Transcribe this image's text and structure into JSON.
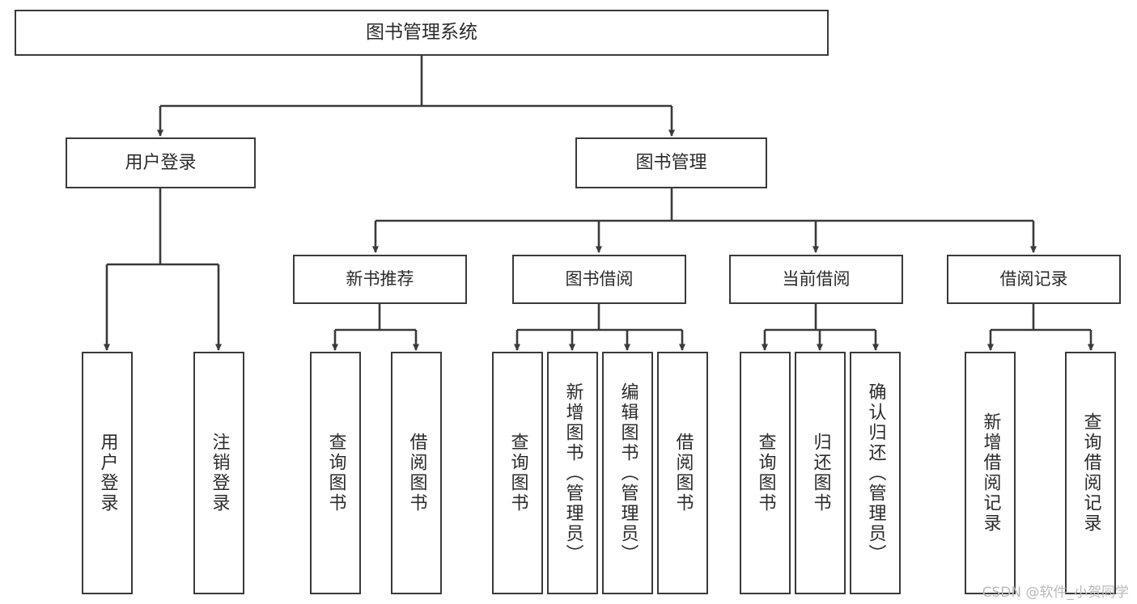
{
  "diagram": {
    "title": "图书管理系统",
    "type": "tree-hierarchy-chart",
    "watermark": "CSDN @软件_小贺同学",
    "colors": {
      "box_border": "#3a3a3a",
      "box_fill": "#ffffff",
      "edge": "#3a3a3a",
      "text": "#2b2b2b",
      "watermark": "#b9b9b9",
      "background": "#ffffff"
    },
    "root": {
      "label": "图书管理系统"
    },
    "level2": [
      {
        "label": "用户登录"
      },
      {
        "label": "图书管理"
      }
    ],
    "level3": [
      {
        "label": "新书推荐"
      },
      {
        "label": "图书借阅"
      },
      {
        "label": "当前借阅"
      },
      {
        "label": "借阅记录"
      }
    ],
    "leaves": {
      "user_login": [
        {
          "label": "用户登录"
        },
        {
          "label": "注销登录"
        }
      ],
      "new_book_recommend": [
        {
          "label": "查询图书"
        },
        {
          "label": "借阅图书"
        }
      ],
      "book_borrow": [
        {
          "label": "查询图书"
        },
        {
          "label": "新增图书（管理员）"
        },
        {
          "label": "编辑图书（管理员）"
        },
        {
          "label": "借阅图书"
        }
      ],
      "current_borrow": [
        {
          "label": "查询图书"
        },
        {
          "label": "归还图书"
        },
        {
          "label": "确认归还（管理员）"
        }
      ],
      "borrow_records": [
        {
          "label": "新增借阅记录"
        },
        {
          "label": "查询借阅记录"
        }
      ]
    }
  }
}
